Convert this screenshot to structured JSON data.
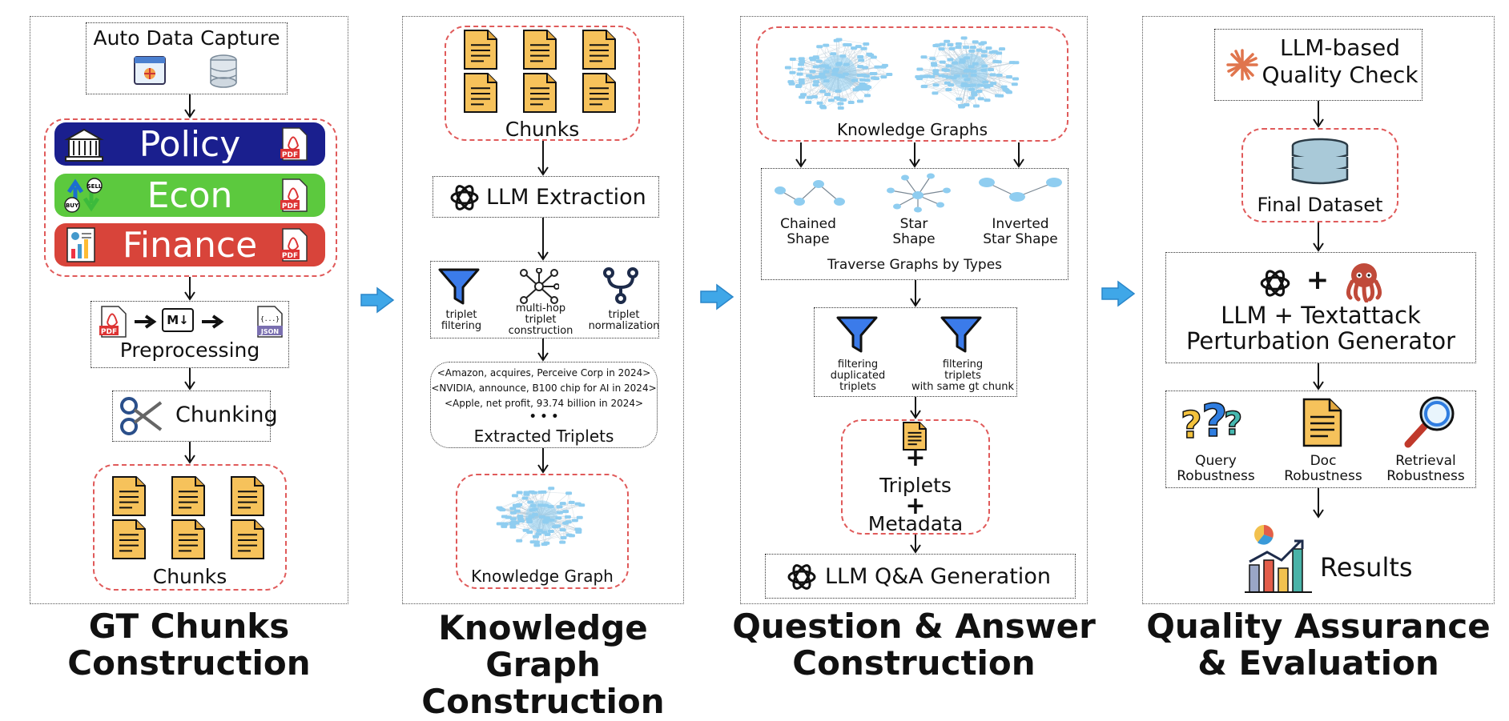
{
  "panel1": {
    "auto_capture": "Auto Data Capture",
    "bands": [
      "Policy",
      "Econ",
      "Finance"
    ],
    "preprocessing": "Preprocessing",
    "chunking": "Chunking",
    "chunks": "Chunks",
    "title_line1": "GT Chunks",
    "title_line2": "Construction",
    "pdf": "PDF",
    "json": "JSON",
    "md": "M↓",
    "buy": "BUY",
    "sell": "SELL"
  },
  "panel2": {
    "chunks": "Chunks",
    "llm_extraction": "LLM Extraction",
    "ops": [
      "triplet\nfiltering",
      "multi-hop\ntriplet\nconstruction",
      "triplet\nnormalization"
    ],
    "triplets": [
      "<Amazon, acquires, Perceive Corp in 2024>",
      "<NVIDIA, announce, B100 chip for AI in 2024>",
      "<Apple, net profit, 93.74 billion in 2024>"
    ],
    "ellipsis": "• • •",
    "extracted": "Extracted Triplets",
    "kg": "Knowledge Graph",
    "title_line1": "Knowledge Graph",
    "title_line2": "Construction"
  },
  "panel3": {
    "kgs": "Knowledge Graphs",
    "shapes": [
      "Chained\nShape",
      "Star\nShape",
      "Inverted\nStar Shape"
    ],
    "traverse": "Traverse Graphs by Types",
    "filters": [
      "filtering\nduplicated\ntriplets",
      "filtering\ntriplets\nwith same gt chunk"
    ],
    "plus": "+",
    "triplets": "Triplets",
    "metadata": "Metadata",
    "qa_gen": "LLM Q&A Generation",
    "title_line1": "Question & Answer",
    "title_line2": "Construction"
  },
  "panel4": {
    "quality_check": "LLM-based\nQuality Check",
    "final_dataset": "Final Dataset",
    "plus": "+",
    "perturb": "LLM + Textattack\nPerturbation Generator",
    "robust": [
      "Query\nRobustness",
      "Doc\nRobustness",
      "Retrieval\nRobustness"
    ],
    "results": "Results",
    "title_line1": "Quality Assurance",
    "title_line2": "& Evaluation"
  },
  "colors": {
    "policy": "#1a1f8e",
    "econ": "#5cc93e",
    "finance": "#d8443a",
    "red_dash": "#e05a5a",
    "blue_arrow": "#3fa7e8",
    "doc_yellow": "#f6c25b",
    "graph_blue": "#8fcdf0"
  },
  "icons": [
    "building-icon",
    "buy-sell-icon",
    "report-icon",
    "pdf-icon",
    "document-icon",
    "openai-icon",
    "funnel-icon",
    "network-icon",
    "merge-icon",
    "database-icon",
    "scissors-icon",
    "markdown-icon",
    "json-icon",
    "webpage-icon",
    "sparkle-icon",
    "octopus-icon",
    "question-icon",
    "magnifier-icon",
    "chart-icon"
  ]
}
